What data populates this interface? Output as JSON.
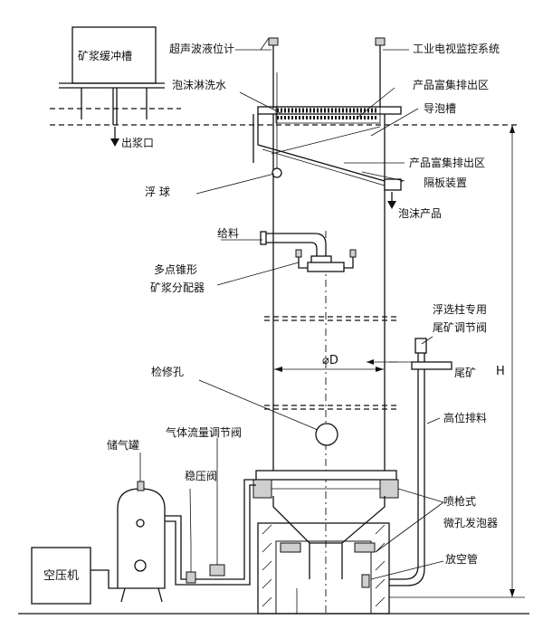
{
  "labels": {
    "slurry_tank": "矿浆缓冲槽",
    "slurry_outlet": "出浆口",
    "ultrasonic_level": "超声波液位计",
    "industrial_tv": "工业电视监控系统",
    "foam_wash": "泡沫淋洗水",
    "product_zone_1": "产品富集排出区",
    "froth_trough": "导泡槽",
    "product_zone_2": "产品富集排出区",
    "baffle": "隔板装置",
    "float_ball": "浮    球",
    "foam_product": "泡沫产品",
    "feed": "给料",
    "distributor_1": "多点锥形",
    "distributor_2": "矿浆分配器",
    "column_valve_1": "浮选柱专用",
    "column_valve_2": "尾矿调节阀",
    "diameter": "⌀D",
    "tailings": "尾矿",
    "height": "H",
    "inspection_hole": "检修孔",
    "high_discharge": "高位排料",
    "gas_tank": "储气罐",
    "gas_flow_valve": "气体流量调节阀",
    "pressure_valve": "稳压阀",
    "sparger_1": "喷枪式",
    "sparger_2": "微孔发泡器",
    "vent_pipe": "放空管",
    "compressor": "空压机"
  }
}
